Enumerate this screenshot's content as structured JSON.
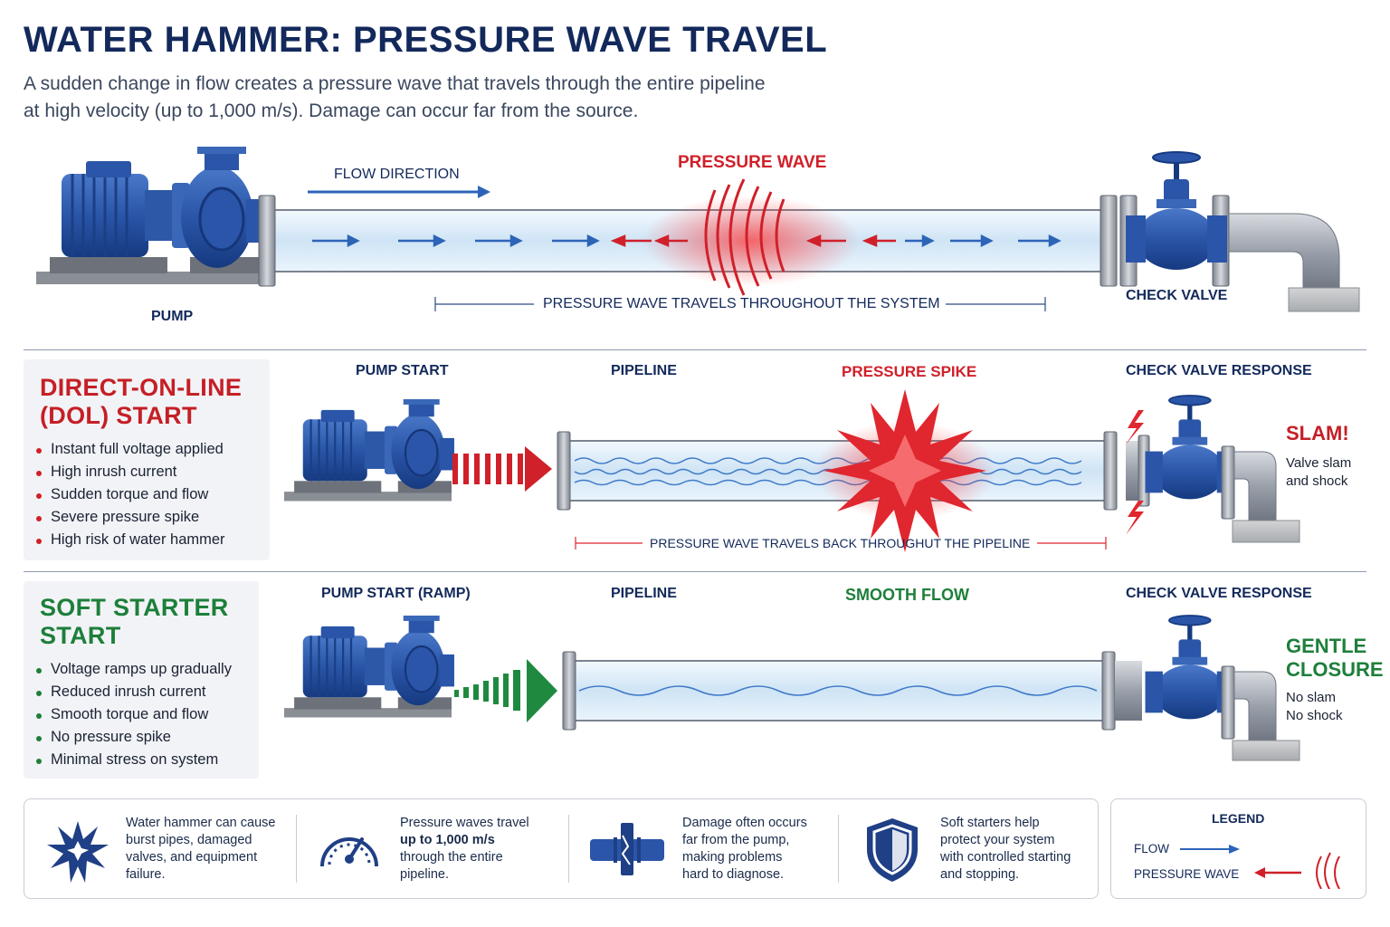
{
  "header": {
    "title": "WATER HAMMER: PRESSURE WAVE TRAVEL",
    "subtitle_line1": "A sudden change in flow creates a pressure wave that travels through the entire pipeline",
    "subtitle_line2": "at high velocity (up to 1,000 m/s). Damage can occur far from the source."
  },
  "overview": {
    "flow_direction": "FLOW DIRECTION",
    "pressure_wave": "PRESSURE WAVE",
    "pump": "PUMP",
    "check_valve": "CHECK VALVE",
    "travel_note": "PRESSURE WAVE TRAVELS THROUGHOUT THE SYSTEM"
  },
  "dol": {
    "title_line1": "DIRECT-ON-LINE",
    "title_line2": "(DOL) START",
    "bullets": [
      "Instant full voltage applied",
      "High inrush current",
      "Sudden torque and flow",
      "Severe pressure spike",
      "High risk of water hammer"
    ],
    "col_pump": "PUMP START",
    "col_pipeline": "PIPELINE",
    "col_event": "PRESSURE SPIKE",
    "col_valve": "CHECK VALVE RESPONSE",
    "result_title": "SLAM!",
    "result_line1": "Valve slam",
    "result_line2": "and shock",
    "travel_note": "PRESSURE WAVE TRAVELS BACK THROUGHUT THE PIPELINE"
  },
  "soft": {
    "title_line1": "SOFT STARTER",
    "title_line2": "START",
    "bullets": [
      "Voltage ramps up gradually",
      "Reduced inrush current",
      "Smooth torque and flow",
      "No pressure spike",
      "Minimal stress on system"
    ],
    "col_pump": "PUMP START (RAMP)",
    "col_pipeline": "PIPELINE",
    "col_event": "SMOOTH FLOW",
    "col_valve": "CHECK VALVE RESPONSE",
    "result_title_line1": "GENTLE",
    "result_title_line2": "CLOSURE",
    "result_line1": "No slam",
    "result_line2": "No shock"
  },
  "footer": {
    "items": [
      {
        "icon": "burst-icon",
        "lines": [
          "Water hammer can cause",
          "burst pipes, damaged",
          "valves, and equipment",
          "failure."
        ]
      },
      {
        "icon": "gauge-icon",
        "lines": [
          "Pressure waves travel",
          "up to 1,000 m/s",
          "through the entire",
          "pipeline."
        ]
      },
      {
        "icon": "broken-pipe-icon",
        "lines": [
          "Damage often occurs",
          "far from the pump,",
          "making problems",
          "hard to diagnose."
        ]
      },
      {
        "icon": "shield-icon",
        "lines": [
          "Soft starters help",
          "protect your system",
          "with controlled starting",
          "and stopping."
        ]
      }
    ],
    "legend_title": "LEGEND",
    "legend_flow": "FLOW",
    "legend_wave": "PRESSURE WAVE"
  },
  "colors": {
    "navy": "#13295b",
    "red": "#d0202a",
    "green": "#1d7f3a",
    "pump_blue": "#2a55a8",
    "pipe_water": "#d6e9f7"
  }
}
